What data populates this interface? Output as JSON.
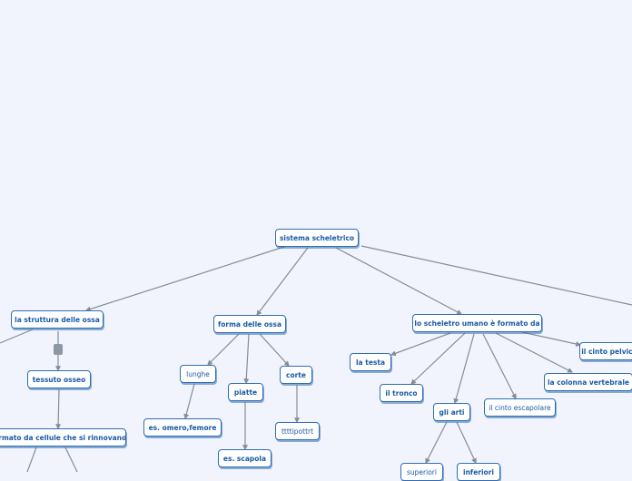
{
  "colors": {
    "background": "#f1f4fc",
    "node_border": "#2f6db5",
    "node_text": "#1a5aa6",
    "connector": "#858c98"
  },
  "mindmap": {
    "root": "sistema scheletrico",
    "structure": {
      "title": "la struttura delle ossa",
      "tissue": "tessuto osseo",
      "cells": "formato da cellule che si rinnovano"
    },
    "shape": {
      "title": "forma delle ossa",
      "long": "lunghe",
      "long_example": "es. omero,femore",
      "flat": "piatte",
      "flat_example": "es. scapola",
      "short": "corte",
      "short_example": "ttttipottrt"
    },
    "skeleton": {
      "title": "lo scheletro umano è formato da",
      "head": "la testa",
      "trunk": "il tronco",
      "limbs": "gli arti",
      "upper": "superiori",
      "lower": "inferiori",
      "shoulder_girdle": "il cinto escapolare",
      "spine": "la colonna vertebrale",
      "pelvic_girdle": "il cinto pelvico"
    }
  }
}
